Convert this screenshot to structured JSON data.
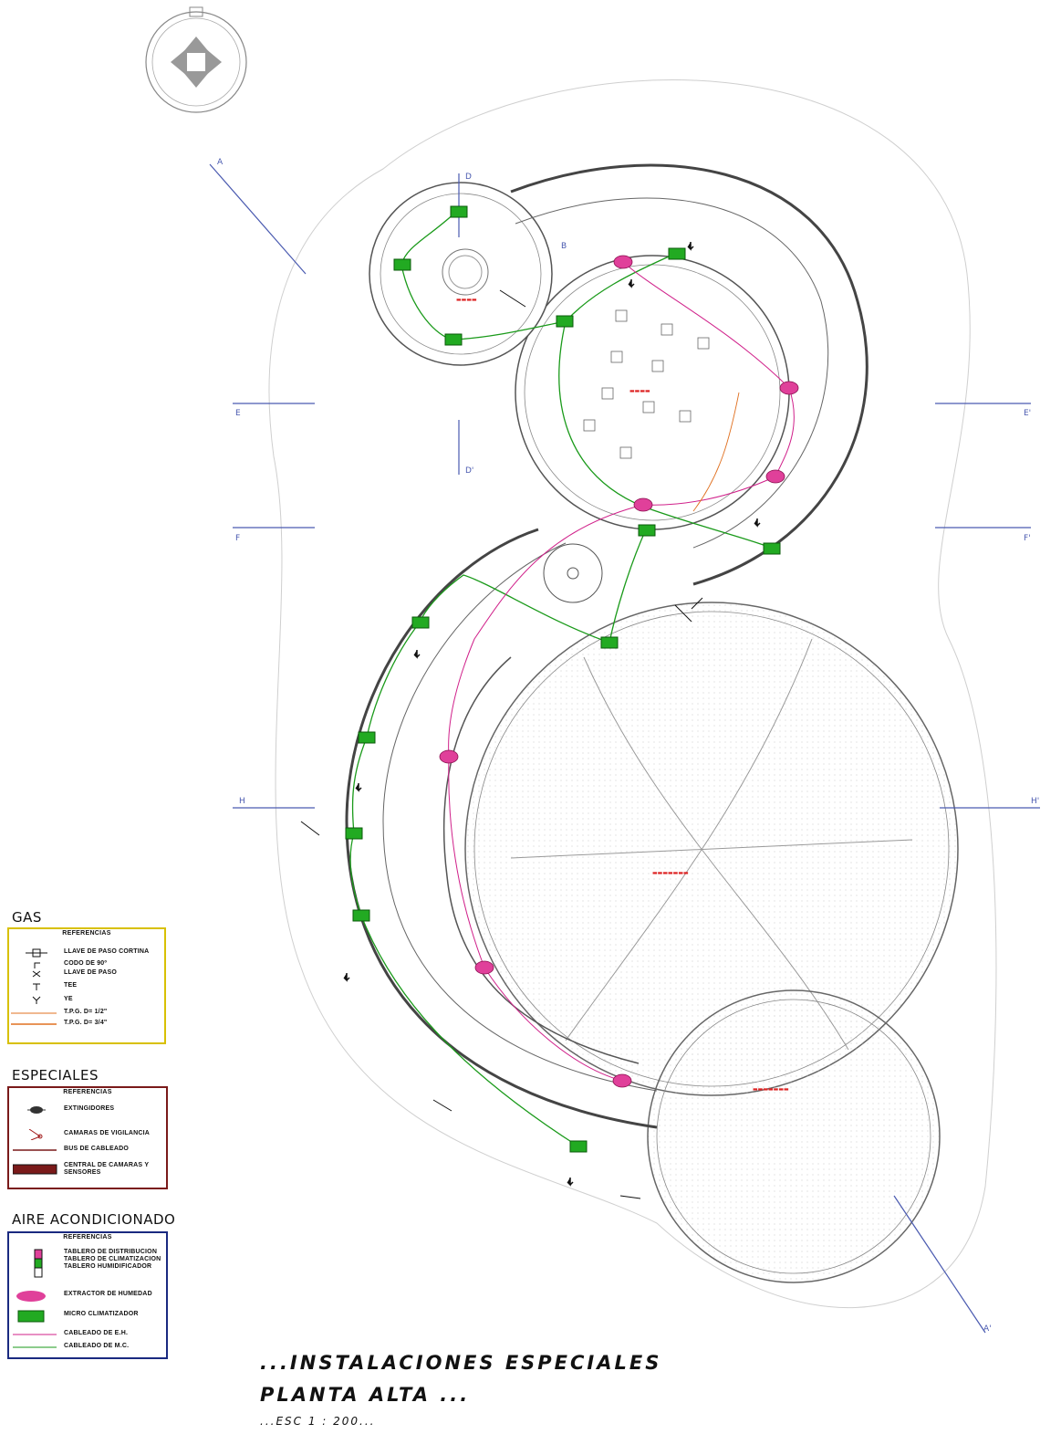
{
  "legends": {
    "gas": {
      "title": "GAS",
      "header": "REFERENCIAS",
      "items": [
        {
          "label": "LLAVE DE PASO CORTINA",
          "symbol": "valve-icon"
        },
        {
          "label": "CODO DE 90º",
          "symbol": "elbow-icon"
        },
        {
          "label": "LLAVE DE PASO",
          "symbol": "stopcock-icon"
        },
        {
          "label": "TEE",
          "symbol": "tee-icon"
        },
        {
          "label": "YE",
          "symbol": "wye-icon"
        },
        {
          "label": "T.P.G. D= 1/2\"",
          "symbol": "pipe-half-icon"
        },
        {
          "label": "T.P.G. D= 3/4\"",
          "symbol": "pipe-threequarter-icon"
        }
      ]
    },
    "especiales": {
      "title": "ESPECIALES",
      "header": "REFERENCIAS",
      "items": [
        {
          "label": "EXTINGIDORES",
          "symbol": "extinguisher-icon"
        },
        {
          "label": "CAMARAS DE VIGILANCIA",
          "symbol": "camera-icon"
        },
        {
          "label": "BUS DE CABLEADO",
          "symbol": "bus-line-icon"
        },
        {
          "label": "CENTRAL DE CAMARAS Y SENSORES",
          "symbol": "central-panel-icon"
        }
      ]
    },
    "aire": {
      "title": "AIRE ACONDICIONADO",
      "header": "REFERENCIAS",
      "items": [
        {
          "label": "TABLERO DE DISTRIBUCION TABLERO DE CLIMATIZACION TABLERO HUMIDIFICADOR",
          "symbol": "panel-board-icon"
        },
        {
          "label": "EXTRACTOR DE HUMEDAD",
          "symbol": "extractor-icon"
        },
        {
          "label": "MICRO CLIMATIZADOR",
          "symbol": "micro-climatizer-icon"
        },
        {
          "label": "CABLEADO DE E.H.",
          "symbol": "cable-eh-icon"
        },
        {
          "label": "CABLEADO DE M.C.",
          "symbol": "cable-mc-icon"
        }
      ]
    }
  },
  "title": {
    "line1": "...INSTALACIONES ESPECIALES",
    "line2": "PLANTA ALTA ...",
    "scale": "...ESC 1 : 200..."
  },
  "section_cuts": {
    "a": "A",
    "a_prime": "A'",
    "b": "B",
    "d": "D",
    "d_prime": "D'",
    "e": "E",
    "e_prime": "E'",
    "f": "F",
    "f_prime": "F'",
    "h": "H",
    "h_prime": "H'"
  },
  "colors": {
    "gas_border": "#d8c000",
    "especiales_border": "#7a1a1a",
    "aire_border": "#1a2a80",
    "extractor": "#e0409a",
    "micro_climatizer": "#22aa22",
    "cable_eh": "#d0208a",
    "cable_mc": "#1a9a1a",
    "gas_pipe": "#e07020",
    "bus": "#7a1a1a",
    "cut_line": "#4a5ab0"
  }
}
